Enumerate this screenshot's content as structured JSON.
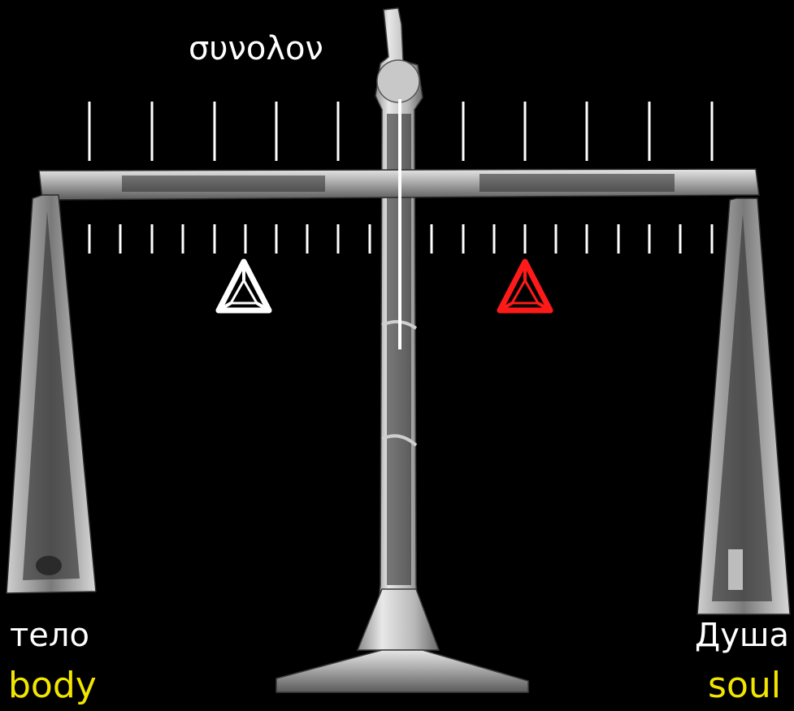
{
  "diagram": {
    "title": "συνολον",
    "left_pan": {
      "label_russian": "тело",
      "label_english": "body"
    },
    "right_pan": {
      "label_russian": "Душа",
      "label_english": "soul"
    },
    "left_marker": {
      "icon": "tetrahedron-icon",
      "color": "#ffffff"
    },
    "right_marker": {
      "icon": "tetrahedron-icon",
      "color": "#ff1a1a"
    },
    "colors": {
      "background": "#000000",
      "english_labels": "#f2e600",
      "ticks": "#ffffff"
    }
  }
}
